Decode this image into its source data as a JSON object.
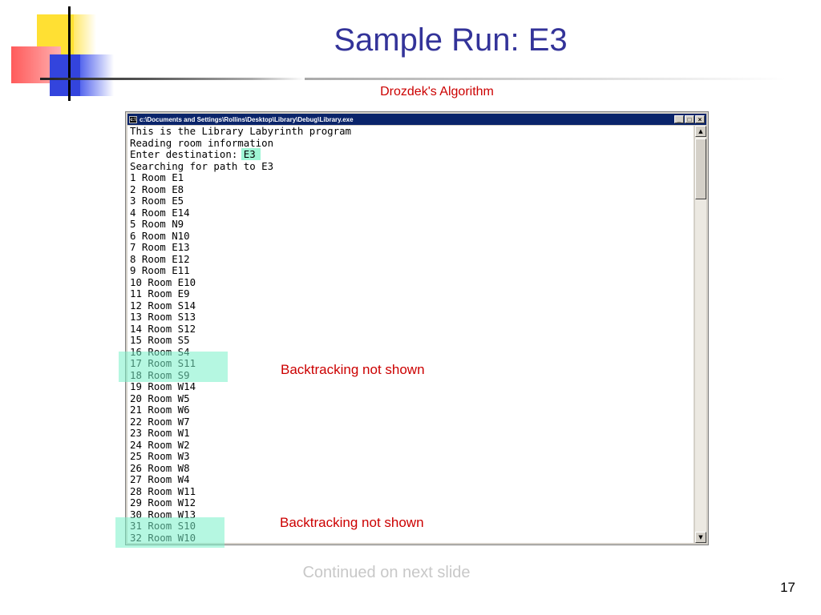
{
  "slide": {
    "title": "Sample Run: E3",
    "subtitle": "Drozdek's Algorithm",
    "footer": "Continued on next slide",
    "page_number": "17",
    "accent_colors": {
      "title": "#333399",
      "notes": "#cc0000",
      "highlight": "#9ff5d5"
    }
  },
  "window": {
    "icon": "console-icon",
    "title": "c:\\Documents and Settings\\Rollins\\Desktop\\Library\\Debug\\Library.exe",
    "buttons": {
      "minimize": "_",
      "maximize": "□",
      "close": "×"
    }
  },
  "console": {
    "lines": [
      "This is the Library Labyrinth program",
      "Reading room information",
      "Enter destination: ",
      "Searching for path to E3",
      "1 Room E1",
      "2 Room E8",
      "3 Room E5",
      "4 Room E14",
      "5 Room N9",
      "6 Room N10",
      "7 Room E13",
      "8 Room E12",
      "9 Room E11",
      "10 Room E10",
      "11 Room E9",
      "12 Room S14",
      "13 Room S13",
      "14 Room S12",
      "15 Room S5",
      "16 Room S4",
      "17 Room S11",
      "18 Room S9",
      "19 Room W14",
      "20 Room W5",
      "21 Room W6",
      "22 Room W7",
      "23 Room W1",
      "24 Room W2",
      "25 Room W3",
      "26 Room W8",
      "27 Room W4",
      "28 Room W11",
      "29 Room W12",
      "30 Room W13",
      "31 Room S10",
      "32 Room W10"
    ],
    "input_value": "E3"
  },
  "annotations": {
    "note1": "Backtracking not shown",
    "note2": "Backtracking not shown"
  }
}
